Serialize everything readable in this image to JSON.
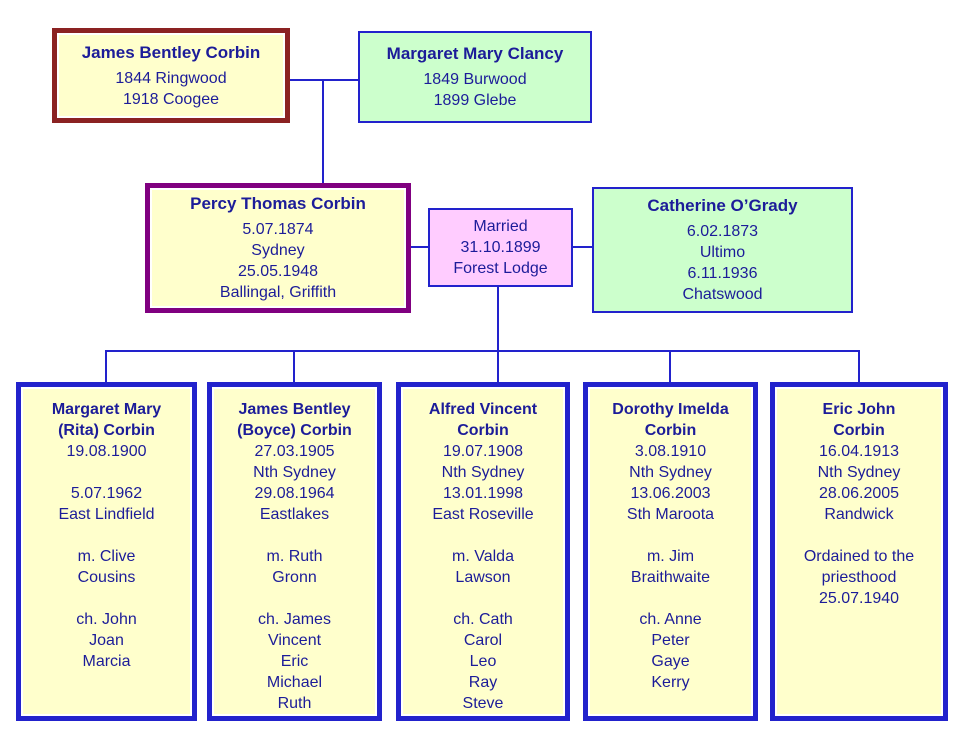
{
  "colors": {
    "box_fill_yellow": "#ffffcc",
    "box_fill_green": "#ccffcc",
    "box_fill_pink": "#ffccff",
    "border_dark_red": "#8b2222",
    "border_purple": "#800080",
    "border_blue": "#2222cc",
    "line_blue": "#2222cc",
    "text_navy": "#1c1c99"
  },
  "tree": {
    "grandparents": {
      "james": {
        "name": "James Bentley Corbin",
        "details": "1844 Ringwood\n1918 Coogee"
      },
      "margaret": {
        "name": "Margaret Mary Clancy",
        "details": "1849 Burwood\n1899 Glebe"
      }
    },
    "parents": {
      "percy": {
        "name": "Percy Thomas Corbin",
        "details": "5.07.1874\nSydney\n25.05.1948\nBallingal, Griffith"
      },
      "marriage": {
        "details": "Married\n31.10.1899\nForest Lodge"
      },
      "catherine": {
        "name": "Catherine O’Grady",
        "details": "6.02.1873\nUltimo\n6.11.1936\nChatswood"
      }
    },
    "children": [
      {
        "name": "Margaret Mary\n(Rita) Corbin",
        "details": "19.08.1900\n\n5.07.1962\nEast Lindfield\n\nm. Clive\nCousins\n\nch. John\nJoan\nMarcia"
      },
      {
        "name": "James Bentley\n(Boyce) Corbin",
        "details": "27.03.1905\nNth Sydney\n29.08.1964\nEastlakes\n\nm. Ruth\nGronn\n\nch. James\nVincent\nEric\nMichael\nRuth"
      },
      {
        "name": "Alfred Vincent\nCorbin",
        "details": "19.07.1908\nNth Sydney\n13.01.1998\nEast Roseville\n\nm. Valda\nLawson\n\nch. Cath\nCarol\nLeo\nRay\nSteve"
      },
      {
        "name": "Dorothy Imelda\nCorbin",
        "details": "3.08.1910\nNth Sydney\n13.06.2003\nSth Maroota\n\nm. Jim\nBraithwaite\n\nch. Anne\nPeter\nGaye\nKerry"
      },
      {
        "name": "Eric John\nCorbin",
        "details": "16.04.1913\nNth Sydney\n28.06.2005\nRandwick\n\nOrdained to the\npriesthood\n25.07.1940"
      }
    ]
  }
}
